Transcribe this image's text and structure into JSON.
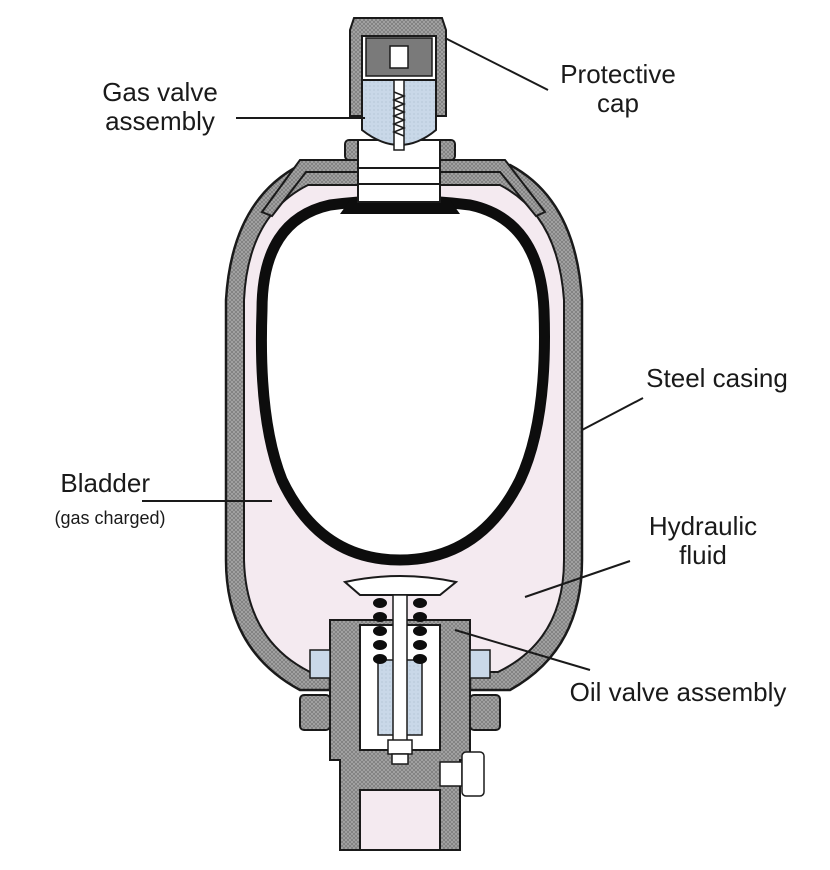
{
  "title": "Bladder accumulator cross-section",
  "colors": {
    "metal_hatch": "#9a9a9a",
    "outline": "#1a1a1a",
    "bladder": "#0d0d0d",
    "hydraulic_fluid": "#f4eaf0",
    "valve_body_blue": "#c7d6e6",
    "background": "#ffffff"
  },
  "labels": {
    "protective_cap": [
      "Protective",
      "cap"
    ],
    "gas_valve_assembly": [
      "Gas valve",
      "assembly"
    ],
    "steel_casing": "Steel casing",
    "bladder": "Bladder",
    "bladder_note": "(gas charged)",
    "hydraulic_fluid": [
      "Hydraulic",
      "fluid"
    ],
    "oil_valve_assembly": "Oil valve assembly"
  }
}
